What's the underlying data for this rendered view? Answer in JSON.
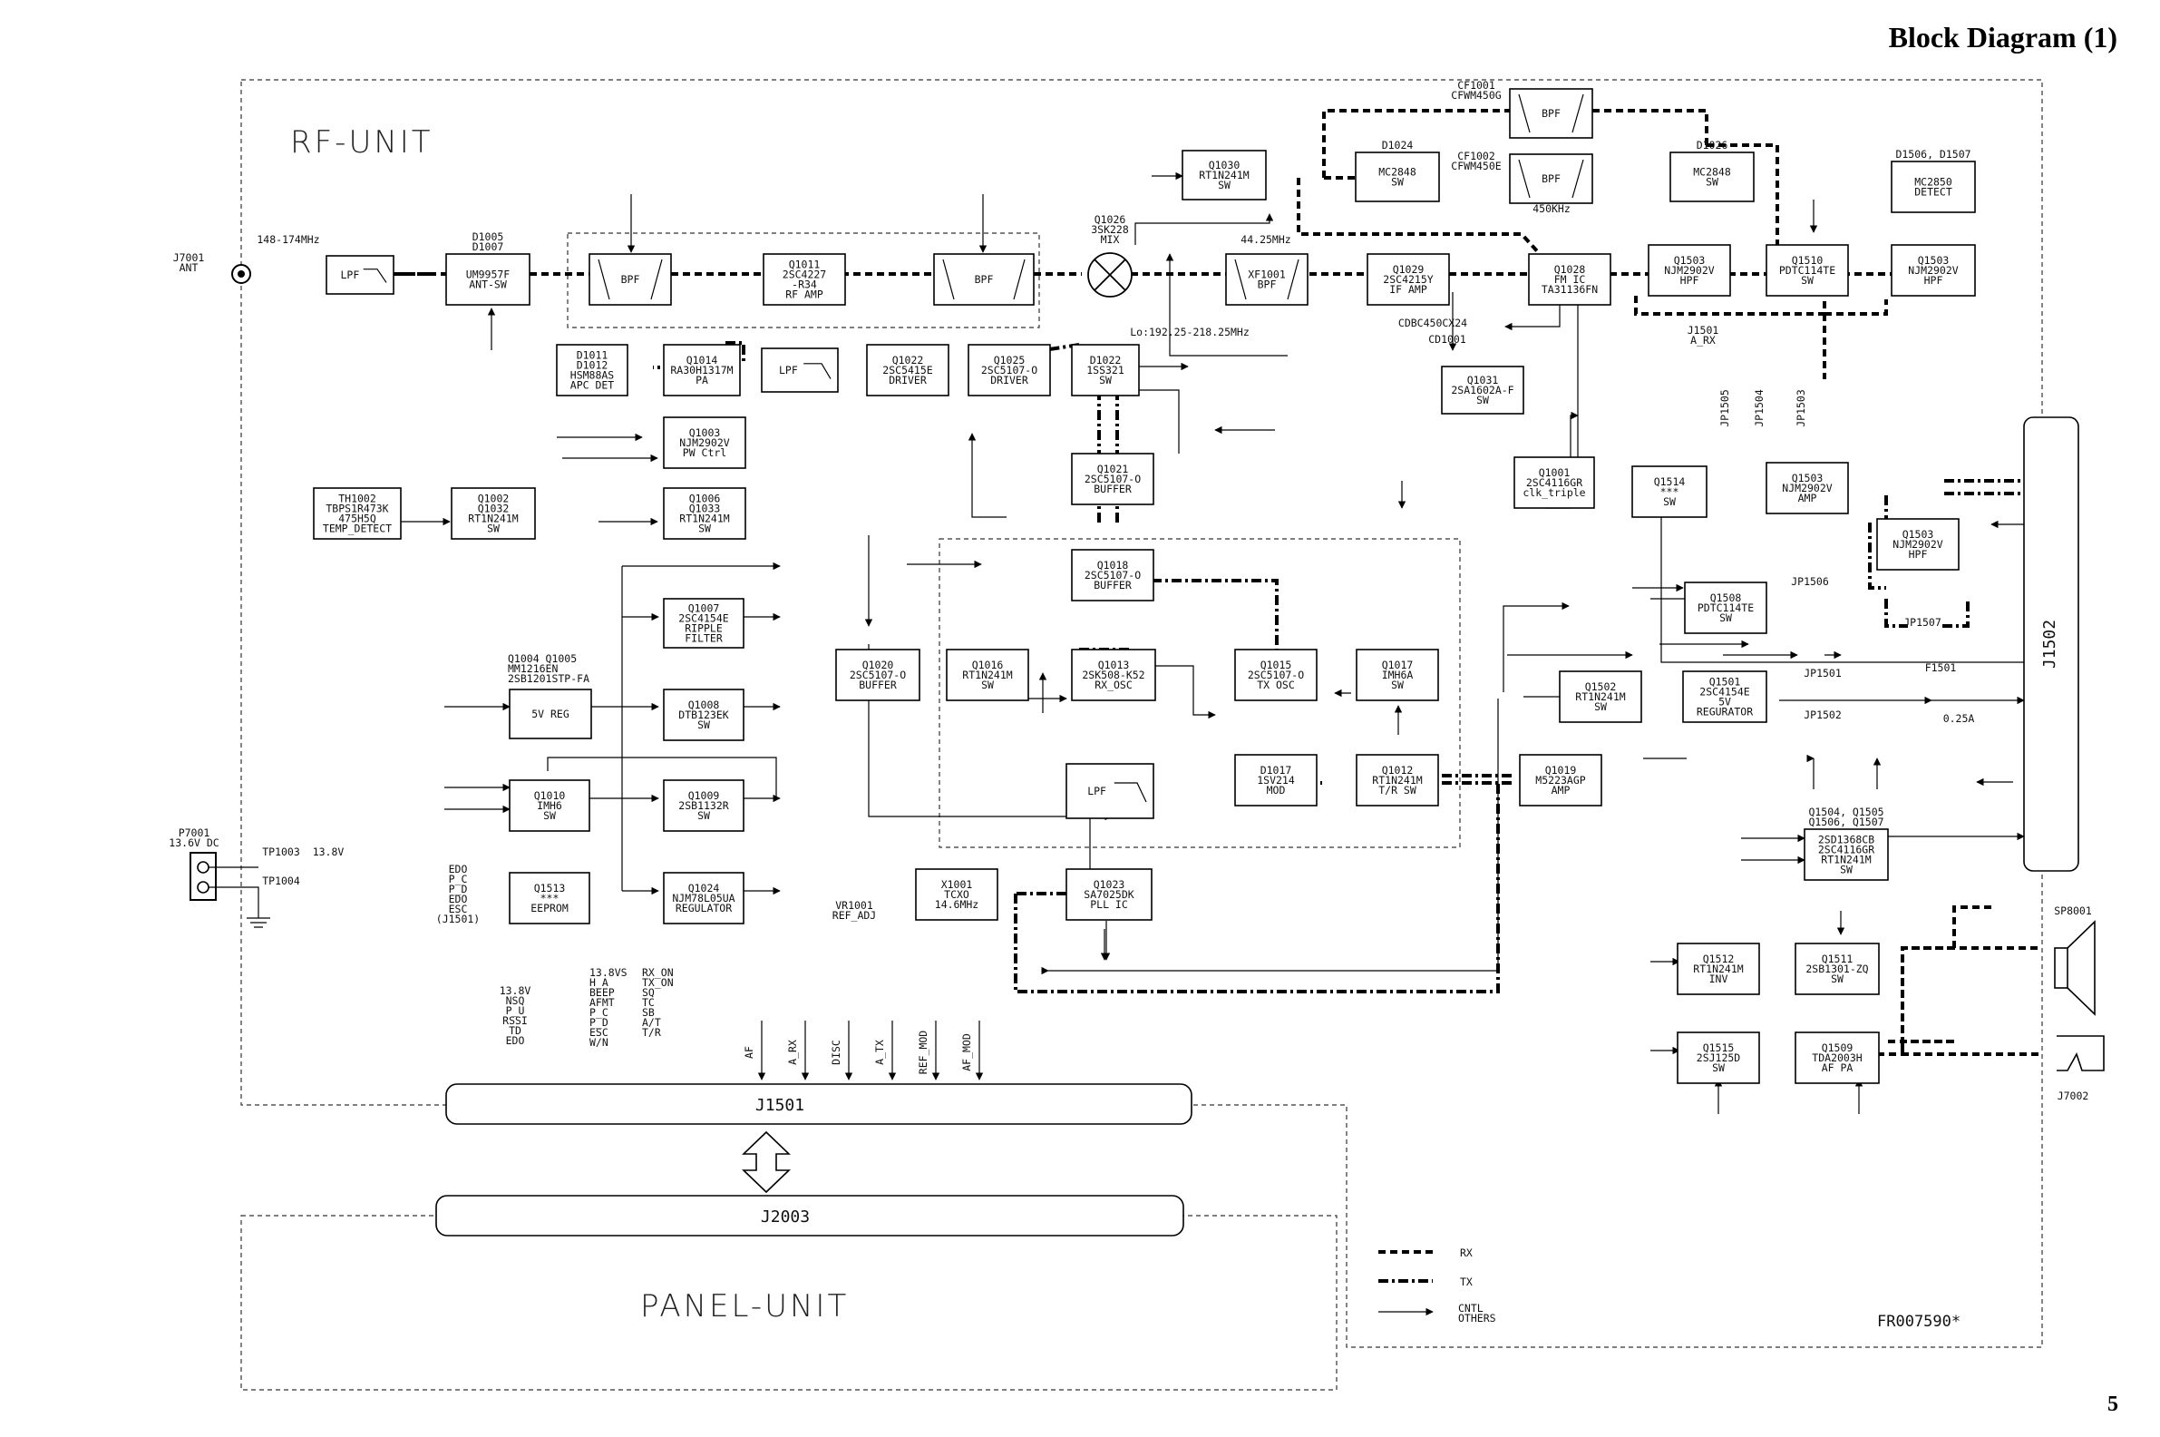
{
  "page": {
    "header": "Block Diagram (1)",
    "page_number": "5",
    "doc_code": "FR007590*"
  },
  "units": {
    "rf": "RF-UNIT",
    "panel": "PANEL-UNIT"
  },
  "blocks": [
    {
      "id": "lpf_ant",
      "lines": [
        "LPF"
      ]
    },
    {
      "id": "d1005",
      "title": "D1005\nD1007",
      "lines": [
        "UM9957F",
        "ANT-SW"
      ]
    },
    {
      "id": "bpf1",
      "lines": [
        "BPF"
      ]
    },
    {
      "id": "q1011",
      "lines": [
        "Q1011",
        "2SC4227",
        "-R34",
        "RF AMP"
      ]
    },
    {
      "id": "bpf2",
      "lines": [
        "BPF"
      ]
    },
    {
      "id": "q1030",
      "lines": [
        "Q1030",
        "RT1N241M",
        "SW"
      ]
    },
    {
      "id": "d1024",
      "title": "D1024",
      "lines": [
        "MC2848",
        "SW"
      ]
    },
    {
      "id": "cf1001",
      "lines": [
        "BPF"
      ]
    },
    {
      "id": "cf1002",
      "lines": [
        "BPF"
      ]
    },
    {
      "id": "d1026",
      "title": "D1026",
      "lines": [
        "MC2848",
        "SW"
      ]
    },
    {
      "id": "d1506",
      "title": "D1506, D1507",
      "lines": [
        "MC2850",
        "DETECT"
      ]
    },
    {
      "id": "xf1001",
      "lines": [
        "XF1001",
        "BPF"
      ]
    },
    {
      "id": "q1029",
      "lines": [
        "Q1029",
        "2SC4215Y",
        "IF AMP"
      ]
    },
    {
      "id": "q1028",
      "lines": [
        "Q1028",
        "FM IC",
        "TA31136FN"
      ]
    },
    {
      "id": "q1503a",
      "lines": [
        "Q1503",
        "NJM2902V",
        "HPF"
      ]
    },
    {
      "id": "q1510",
      "lines": [
        "Q1510",
        "PDTC114TE",
        "SW"
      ]
    },
    {
      "id": "q1503b",
      "lines": [
        "Q1503",
        "NJM2902V",
        "HPF"
      ]
    },
    {
      "id": "d1011",
      "lines": [
        "D1011",
        "D1012",
        "HSM88AS",
        "APC DET"
      ]
    },
    {
      "id": "q1014",
      "lines": [
        "Q1014",
        "RA30H1317M",
        "PA"
      ]
    },
    {
      "id": "lpf_tx",
      "lines": [
        "LPF"
      ]
    },
    {
      "id": "q1022",
      "lines": [
        "Q1022",
        "2SC5415E",
        "DRIVER"
      ]
    },
    {
      "id": "q1025",
      "lines": [
        "Q1025",
        "2SC5107-O",
        "DRIVER"
      ]
    },
    {
      "id": "d1022",
      "lines": [
        "D1022",
        "1SS321",
        "SW"
      ]
    },
    {
      "id": "q1031",
      "lines": [
        "Q1031",
        "2SA1602A-F",
        "SW"
      ]
    },
    {
      "id": "q1003",
      "lines": [
        "Q1003",
        "NJM2902V",
        "PW Ctrl"
      ]
    },
    {
      "id": "th1002",
      "lines": [
        "TH1002",
        "TBPS1R473K",
        "475H5Q",
        "TEMP_DETECT"
      ]
    },
    {
      "id": "q1002",
      "lines": [
        "Q1002",
        "Q1032",
        "RT1N241M",
        "SW"
      ]
    },
    {
      "id": "q1006",
      "lines": [
        "Q1006",
        "Q1033",
        "RT1N241M",
        "SW"
      ]
    },
    {
      "id": "q1021",
      "lines": [
        "Q1021",
        "2SC5107-O",
        "BUFFER"
      ]
    },
    {
      "id": "q1001",
      "lines": [
        "Q1001",
        "2SC4116GR",
        "clk_triple"
      ]
    },
    {
      "id": "q1514",
      "lines": [
        "Q1514",
        "***",
        "SW"
      ]
    },
    {
      "id": "q1503c",
      "lines": [
        "Q1503",
        "NJM2902V",
        "AMP"
      ]
    },
    {
      "id": "q1503d",
      "lines": [
        "Q1503",
        "NJM2902V",
        "HPF"
      ]
    },
    {
      "id": "q1018",
      "lines": [
        "Q1018",
        "2SC5107-O",
        "BUFFER"
      ]
    },
    {
      "id": "q1007",
      "lines": [
        "Q1007",
        "2SC4154E",
        "RIPPLE",
        "FILTER"
      ]
    },
    {
      "id": "q1508",
      "lines": [
        "Q1508",
        "PDTC114TE",
        "SW"
      ]
    },
    {
      "id": "q1020",
      "lines": [
        "Q1020",
        "2SC5107-O",
        "BUFFER"
      ]
    },
    {
      "id": "q1016",
      "lines": [
        "Q1016",
        "RT1N241M",
        "SW"
      ]
    },
    {
      "id": "q1013",
      "lines": [
        "Q1013",
        "2SK508-K52",
        "RX_OSC"
      ]
    },
    {
      "id": "q1015",
      "lines": [
        "Q1015",
        "2SC5107-O",
        "TX OSC"
      ]
    },
    {
      "id": "q1017",
      "lines": [
        "Q1017",
        "IMH6A",
        "SW"
      ]
    },
    {
      "id": "q1502",
      "lines": [
        "Q1502",
        "RT1N241M",
        "SW"
      ]
    },
    {
      "id": "q1501",
      "lines": [
        "Q1501",
        "2SC4154E",
        "5V",
        "REGURATOR"
      ]
    },
    {
      "id": "vreg",
      "lines": [
        "5V REG"
      ]
    },
    {
      "id": "q1008",
      "lines": [
        "Q1008",
        "DTB123EK",
        "SW"
      ]
    },
    {
      "id": "d1017",
      "lines": [
        "D1017",
        "1SV214",
        "MOD"
      ]
    },
    {
      "id": "q1012",
      "lines": [
        "Q1012",
        "RT1N241M",
        "T/R SW"
      ]
    },
    {
      "id": "q1019",
      "lines": [
        "Q1019",
        "M5223AGP",
        "AMP"
      ]
    },
    {
      "id": "q1010",
      "lines": [
        "Q1010",
        "IMH6",
        "SW"
      ]
    },
    {
      "id": "q1009",
      "lines": [
        "Q1009",
        "2SB1132R",
        "SW"
      ]
    },
    {
      "id": "lpf_pll",
      "lines": [
        "LPF"
      ]
    },
    {
      "id": "q1504",
      "title": "Q1504, Q1505\nQ1506, Q1507",
      "lines": [
        "2SD1368CB",
        "2SC4116GR",
        "RT1N241M",
        "SW"
      ]
    },
    {
      "id": "q1513",
      "lines": [
        "Q1513",
        "***",
        "EEPROM"
      ]
    },
    {
      "id": "q1024",
      "lines": [
        "Q1024",
        "NJM78L05UA",
        "REGULATOR"
      ]
    },
    {
      "id": "x1001",
      "lines": [
        "X1001",
        "TCXO",
        "14.6MHz"
      ]
    },
    {
      "id": "q1023",
      "lines": [
        "Q1023",
        "SA7025DK",
        "PLL IC"
      ]
    },
    {
      "id": "q1512",
      "lines": [
        "Q1512",
        "RT1N241M",
        "INV"
      ]
    },
    {
      "id": "q1511",
      "lines": [
        "Q1511",
        "2SB1301-ZQ",
        "SW"
      ]
    },
    {
      "id": "q1515",
      "lines": [
        "Q1515",
        "2SJ125D",
        "SW"
      ]
    },
    {
      "id": "q1509",
      "lines": [
        "Q1509",
        "TDA2003H",
        "AF PA"
      ]
    }
  ],
  "labels": {
    "j7001": "J7001\nANT",
    "band": "148-174MHz",
    "cf1001": "CF1001\nCFWM450G",
    "cf1002": "CF1002\nCFWM450E",
    "f450": "450KHz",
    "q1026": "Q1026\n3SK228\nMIX",
    "f4425": "44.25MHz",
    "lo": "Lo:192.25-218.25MHz",
    "cd1001": "CD1001",
    "cdbc": "CDBC450CX24",
    "j1501_ax": "J1501\nA_RX",
    "jp1505": "JP1505",
    "jp1504": "JP1504",
    "jp1503": "JP1503",
    "j1502": "J1502",
    "j1501": "J1501",
    "j2003": "J2003",
    "sp8001": "SP8001",
    "j7002": "J7002",
    "p7001": "P7001\n13.6V DC",
    "tp1003": "TP1003",
    "tp1004": "TP1004",
    "v138": "13.8V",
    "q1004": "Q1004 Q1005\nMM1216EN\n2SB1201STP-FA",
    "jp1506": "JP1506",
    "jp1507": "JP1507",
    "jp1501": "JP1501",
    "jp1502": "JP1502",
    "f1501": "F1501",
    "fuse": "0.25A",
    "vr1001": "VR1001\nREF_ADJ",
    "legend_rx": "RX",
    "legend_tx": "TX",
    "legend_ct": "CNTL\nOTHERS",
    "conn_sigs_left": "13.8V\nNSQ\nP_U\nRSSI\nTD\nEDO",
    "conn_sigs_mid": "13.8VS\nH_A\nBEEP\nAFMT\nP_C\nP_D\nESC\nW/N",
    "conn_sigs_mid2": "RX_ON\nTX_ON\nSQ\nTC\nSB\nA/T\nT/R",
    "vert_sigs": [
      "AF",
      "A_RX",
      "DISC",
      "A_TX",
      "REF_MOD",
      "AF_MOD"
    ],
    "edo_sigs": "EDO\n\nP_C\nP_D\nEDO\nESC\n(J1501)"
  }
}
